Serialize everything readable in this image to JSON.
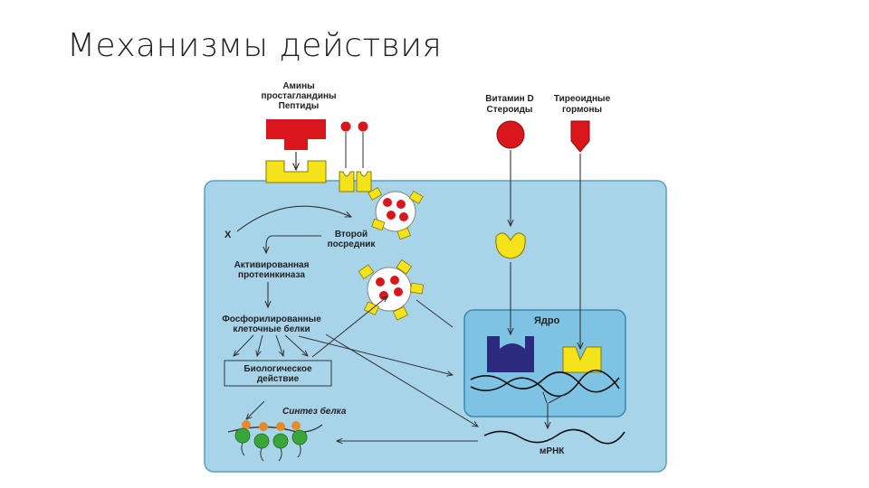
{
  "slide": {
    "title": "Механизмы действия"
  },
  "labels": {
    "amines": "Амины",
    "prostaglandins": "простагландины",
    "peptides": "Пептиды",
    "vitamin_d": "Витамин D",
    "steroids": "Стероиды",
    "thyroid_1": "Тиреоидные",
    "thyroid_2": "гормоны",
    "x": "X",
    "second_messenger_1": "Второй",
    "second_messenger_2": "посредник",
    "activated_1": "Активированная",
    "activated_2": "протеинкиназа",
    "phospho_1": "Фосфорилированные",
    "phospho_2": "клеточные белки",
    "bio_1": "Биологическое",
    "bio_2": "действие",
    "protein_synthesis": "Синтез белка",
    "nucleus": "Ядро",
    "mrna": "мРНК"
  },
  "colors": {
    "cell_fill": "#a8d4ea",
    "cell_stroke": "#5a9ec4",
    "nucleus_fill": "#7ec3e3",
    "hormone_red": "#d8161c",
    "receptor_yellow": "#f4e21a",
    "receptor_navy": "#2b2a7e",
    "ribosome_orange": "#e8892a",
    "ribosome_green": "#3aa63a"
  }
}
